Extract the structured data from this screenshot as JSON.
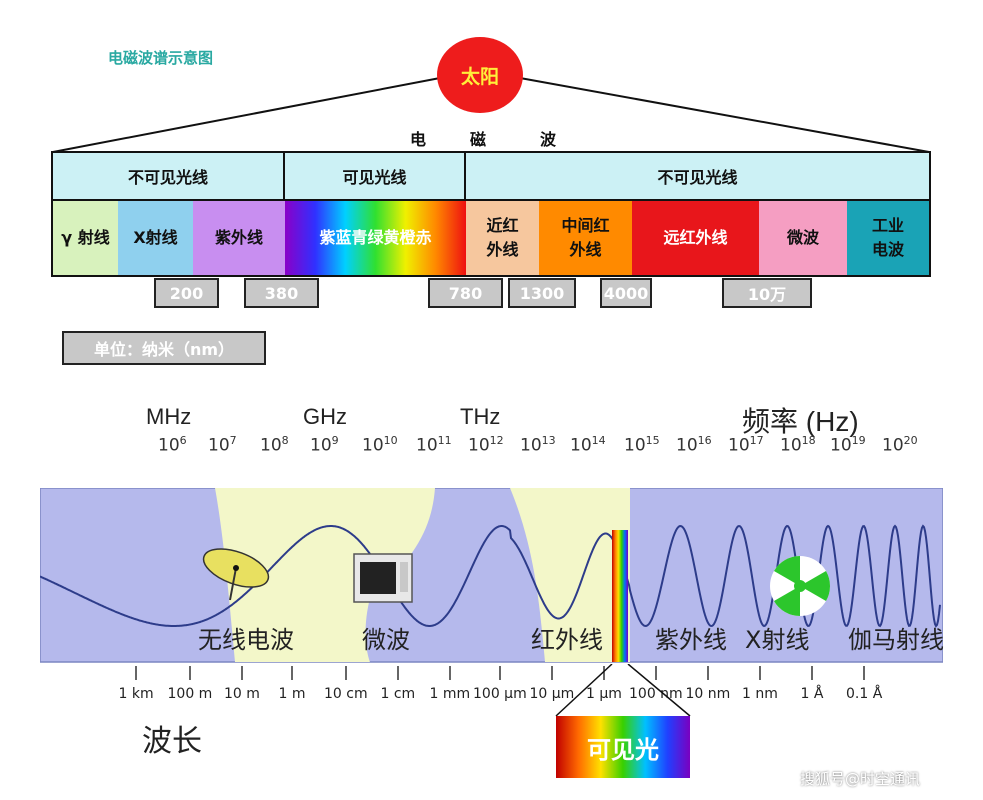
{
  "title": "电磁波谱示意图",
  "sun": "太阳",
  "header": [
    "电",
    "磁",
    "波"
  ],
  "groups": [
    "不可见光线",
    "可见光线",
    "不可见光线"
  ],
  "segments": [
    {
      "label": "γ 射线",
      "color": "#d8f2bd"
    },
    {
      "label": "X射线",
      "color": "#8fd0ee"
    },
    {
      "label": "紫外线",
      "color": "#c88ef0"
    },
    {
      "label": "紫蓝青绿黄橙赤",
      "color": "rainbow"
    },
    {
      "label": "近红\n外线",
      "color": "#f6c79e"
    },
    {
      "label": "中间红\n外线",
      "color": "#ff8a00"
    },
    {
      "label": "远红外线",
      "color": "#e8161b"
    },
    {
      "label": "微波",
      "color": "#f59ec2"
    },
    {
      "label": "工业\n电波",
      "color": "#1aa3b6"
    }
  ],
  "boundaries": [
    "200",
    "380",
    "780",
    "1300",
    "4000",
    "10万"
  ],
  "unit": "单位：纳米（nm）",
  "freq_bands": [
    "MHz",
    "GHz",
    "THz",
    "频率 (Hz)"
  ],
  "freq_exponents": [
    "6",
    "7",
    "8",
    "9",
    "10",
    "11",
    "12",
    "13",
    "14",
    "15",
    "16",
    "17",
    "18",
    "19",
    "20"
  ],
  "freq_base": "10",
  "region_labels": [
    "无线电波",
    "微波",
    "红外线",
    "紫外线",
    "X射线",
    "伽马射线"
  ],
  "wavelengths": [
    "1 km",
    "100 m",
    "10 m",
    "1 m",
    "10 cm",
    "1 cm",
    "1 mm",
    "100 μm",
    "10 μm",
    "1 μm",
    "100 nm",
    "10 nm",
    "1 nm",
    "1 Å",
    "0.1 Å"
  ],
  "wavelength_label": "波长",
  "visible_label": "可见光",
  "watermark": "搜狐号@时空通讯",
  "colors": {
    "band_purple": "#b5b9ec",
    "band_yellow": "#f3f7c9",
    "title_teal": "#2aa9a2",
    "sun_red": "#ee1c1c"
  }
}
